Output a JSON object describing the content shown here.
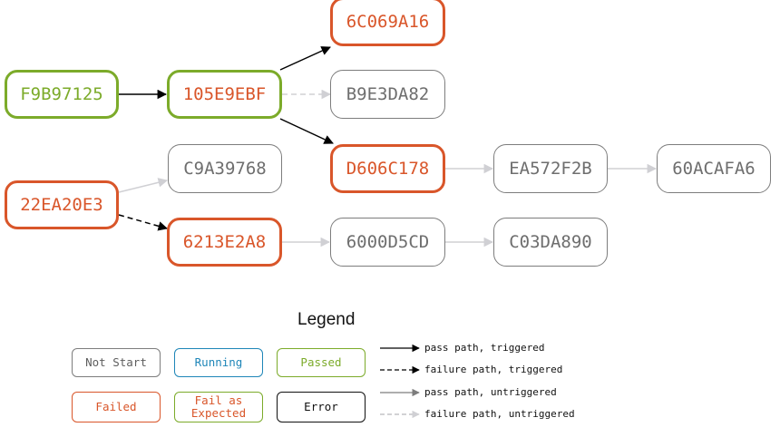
{
  "nodes": {
    "f9b97125": "F9B97125",
    "n105e9ebf": "105E9EBF",
    "n6c069a16": "6C069A16",
    "b9e3da82": "B9E3DA82",
    "d606c178": "D606C178",
    "ea572f2b": "EA572F2B",
    "n60acafa6": "60ACAFA6",
    "c9a39768": "C9A39768",
    "n22ea20e3": "22EA20E3",
    "n6213e2a8": "6213E2A8",
    "n6000d5cd": "6000D5CD",
    "c03da890": "C03DA890"
  },
  "legend": {
    "title": "Legend",
    "states": {
      "not_start": "Not Start",
      "running": "Running",
      "passed": "Passed",
      "failed": "Failed",
      "fail_as_expected": "Fail as Expected",
      "error": "Error"
    },
    "lines": {
      "pass_triggered": "pass path, triggered",
      "failure_triggered": "failure path, triggered",
      "pass_untriggered": "pass path, untriggered",
      "failure_untriggered": "failure path, untriggered"
    }
  },
  "colors": {
    "passed": "#7cab2a",
    "failed": "#d9562a",
    "running": "#1e86b8",
    "idle": "#7d7d7d",
    "untriggered_line": "#d0d0d4",
    "triggered_line": "#000000"
  }
}
